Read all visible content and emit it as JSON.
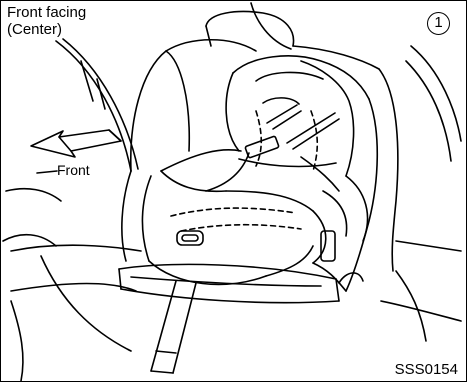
{
  "orientation_line1": "Front facing",
  "orientation_line2": "(Center)",
  "step_number": "1",
  "direction_label": "Front",
  "figure_code": "SSS0154"
}
